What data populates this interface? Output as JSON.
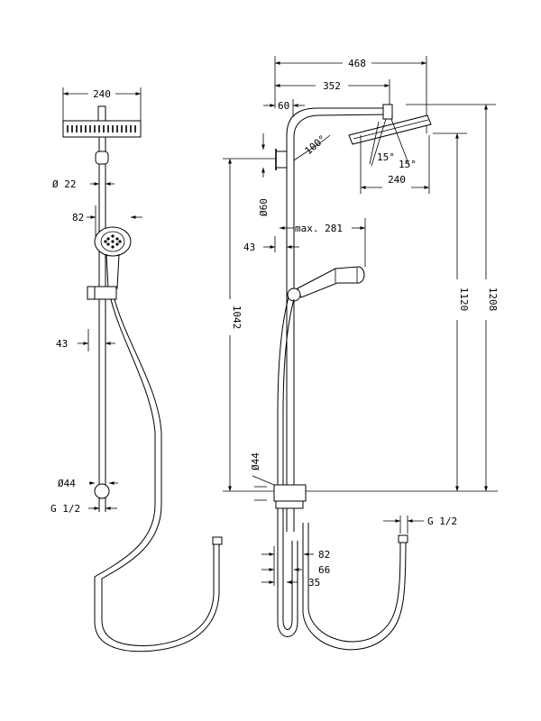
{
  "front_view": {
    "dims": {
      "head_width": "240",
      "pipe_dia": "Ø 22",
      "handshower_depth": "82",
      "holder_offset": "43",
      "diverter_dia": "Ø44",
      "outlet_thread": "G 1/2"
    }
  },
  "side_view": {
    "dims": {
      "overall_reach": "468",
      "arm_reach": "352",
      "wall_offset_60": "60",
      "angle_100": "100°",
      "tilt_left": "15°",
      "tilt_right": "15°",
      "head_width": "240",
      "bracket_dia": "Ø60",
      "max_reach": "max. 281",
      "pipe_offset": "43",
      "height_1042": "1042",
      "height_1120": "1120",
      "height_1208": "1208",
      "diverter_dia": "Ø44",
      "dim_82": "82",
      "dim_66": "66",
      "dim_35": "35",
      "outlet_thread": "G 1/2"
    }
  }
}
